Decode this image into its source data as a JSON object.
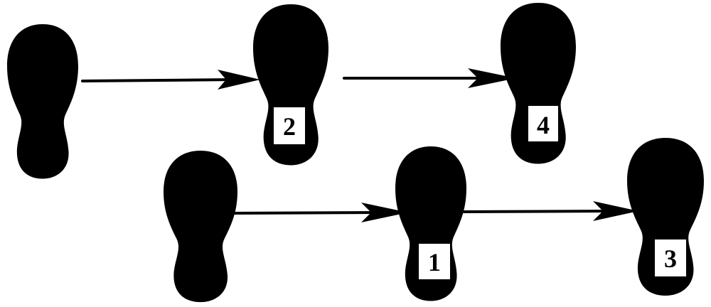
{
  "diagram": {
    "type": "footstep-sequence",
    "rows": [
      {
        "footprints": [
          {
            "id": "top-start",
            "label": ""
          },
          {
            "id": "top-middle",
            "label": "2"
          },
          {
            "id": "top-end",
            "label": "4"
          }
        ]
      },
      {
        "footprints": [
          {
            "id": "bottom-start",
            "label": ""
          },
          {
            "id": "bottom-middle",
            "label": "1"
          },
          {
            "id": "bottom-end",
            "label": "3"
          }
        ]
      }
    ],
    "arrows": [
      {
        "from": "top-start",
        "to": "top-middle"
      },
      {
        "from": "top-middle",
        "to": "top-end"
      },
      {
        "from": "bottom-start",
        "to": "bottom-middle"
      },
      {
        "from": "bottom-middle",
        "to": "bottom-end"
      }
    ],
    "colors": {
      "foot": "#000000",
      "label_box": "#ffffff",
      "background": "#ffffff"
    }
  }
}
